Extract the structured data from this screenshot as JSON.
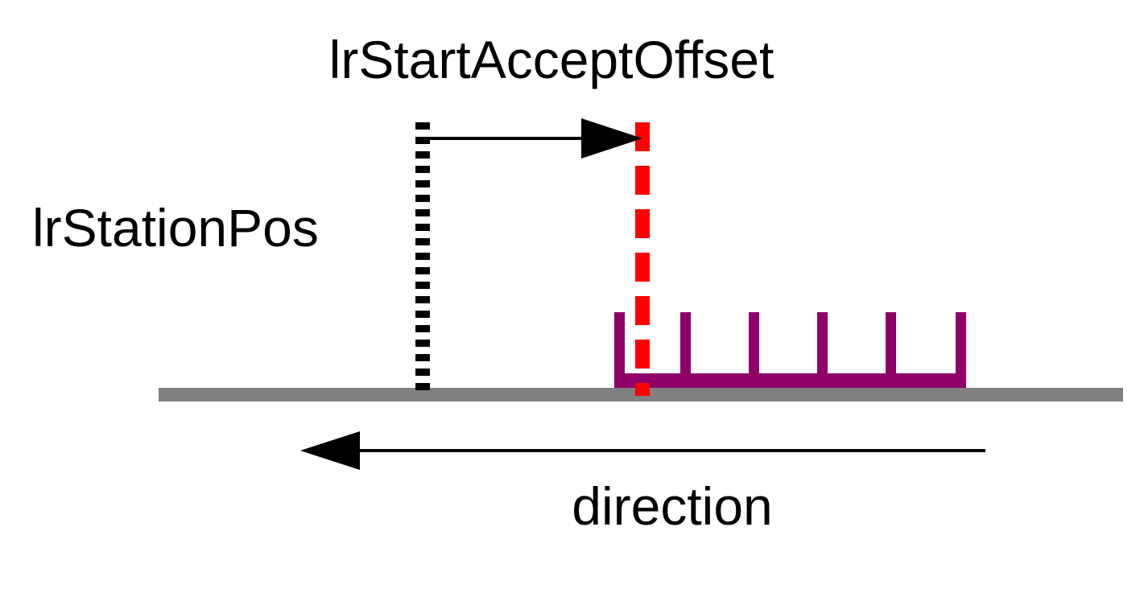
{
  "labels": {
    "offset": "lrStartAcceptOffset",
    "station": "lrStationPos",
    "direction": "direction"
  },
  "colors": {
    "station_line": "#000000",
    "accept_line": "#ff0000",
    "platform": "#8f0068",
    "ground": "#808080",
    "arrow": "#000000"
  }
}
